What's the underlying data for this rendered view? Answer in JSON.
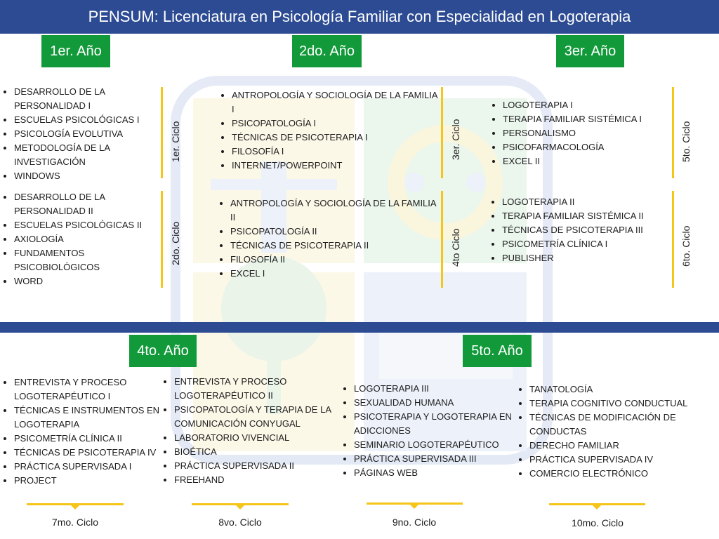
{
  "header": {
    "title": "PENSUM: Licenciatura en Psicología Familiar con Especialidad en Logoterapia"
  },
  "colors": {
    "header_blue": "#2c4b93",
    "year_green": "#129a3a",
    "accent_yellow": "#f5c518"
  },
  "years": {
    "y1": "1er. Año",
    "y2": "2do. Año",
    "y3": "3er. Año",
    "y4": "4to. Año",
    "y5": "5to. Año"
  },
  "cycles": {
    "c1": {
      "label": "1er. Ciclo",
      "courses": [
        "DESARROLLO DE LA PERSONALIDAD I",
        "ESCUELAS PSICOLÓGICAS I",
        "PSICOLOGÍA EVOLUTIVA",
        "METODOLOGÍA DE LA INVESTIGACIÓN",
        "WINDOWS"
      ]
    },
    "c2": {
      "label": "2do. Ciclo",
      "courses": [
        "DESARROLLO DE LA PERSONALIDAD II",
        "ESCUELAS PSICOLÓGICAS II",
        "AXIOLOGÍA",
        "FUNDAMENTOS PSICOBIOLÓGICOS",
        "WORD"
      ]
    },
    "c3": {
      "label": "3er. Ciclo",
      "courses": [
        "ANTROPOLOGÍA Y SOCIOLOGÍA DE LA FAMILIA I",
        "PSICOPATOLOGÍA I",
        "TÉCNICAS DE PSICOTERAPIA I",
        "FILOSOFÍA I",
        "INTERNET/POWERPOINT"
      ]
    },
    "c4": {
      "label": "4to Ciclo",
      "courses": [
        "ANTROPOLOGÍA Y SOCIOLOGÍA DE LA FAMILIA II",
        "PSICOPATOLOGÍA II",
        "TÉCNICAS DE PSICOTERAPIA II",
        "FILOSOFÍA II",
        "EXCEL I"
      ]
    },
    "c5": {
      "label": "5to. Ciclo",
      "courses": [
        "LOGOTERAPIA I",
        "TERAPIA FAMILIAR SISTÉMICA I",
        "PERSONALISMO",
        "PSICOFARMACOLOGÍA",
        "EXCEL II"
      ]
    },
    "c6": {
      "label": "6to. Ciclo",
      "courses": [
        "LOGOTERAPIA II",
        "TERAPIA FAMILIAR SISTÉMICA II",
        "TÉCNICAS DE PSICOTERAPIA III",
        "PSICOMETRÍA CLÍNICA I",
        "PUBLISHER"
      ]
    },
    "c7": {
      "label": "7mo. Ciclo",
      "courses": [
        "ENTREVISTA Y PROCESO LOGOTERAPÉUTICO I",
        "TÉCNICAS E INSTRUMENTOS EN LOGOTERAPIA",
        "PSICOMETRÍA CLÍNICA II",
        "TÉCNICAS DE PSICOTERAPIA IV",
        "PRÁCTICA SUPERVISADA I",
        "PROJECT"
      ]
    },
    "c8": {
      "label": "8vo. Ciclo",
      "courses": [
        "ENTREVISTA Y PROCESO LOGOTERAPÉUTICO II",
        "PSICOPATOLOGÍA Y TERAPIA DE LA COMUNICACIÓN CONYUGAL",
        "LABORATORIO VIVENCIAL",
        "BIOÉTICA",
        "PRÁCTICA SUPERVISADA II",
        "FREEHAND"
      ]
    },
    "c9": {
      "label": "9no. Ciclo",
      "courses": [
        "LOGOTERAPIA III",
        "SEXUALIDAD HUMANA",
        "PSICOTERAPIA Y LOGOTERAPIA EN ADICCIONES",
        "SEMINARIO LOGOTERAPÉUTICO",
        "PRÁCTICA SUPERVISADA III",
        "PÁGINAS WEB"
      ]
    },
    "c10": {
      "label": "10mo. Ciclo",
      "courses": [
        "TANATOLOGÍA",
        "TERAPIA COGNITIVO CONDUCTUAL",
        "TÉCNICAS DE MODIFICACIÓN DE CONDUCTAS",
        "DERECHO FAMILIAR",
        "PRÁCTICA SUPERVISADA IV",
        "COMERCIO ELECTRÓNICO"
      ]
    }
  }
}
